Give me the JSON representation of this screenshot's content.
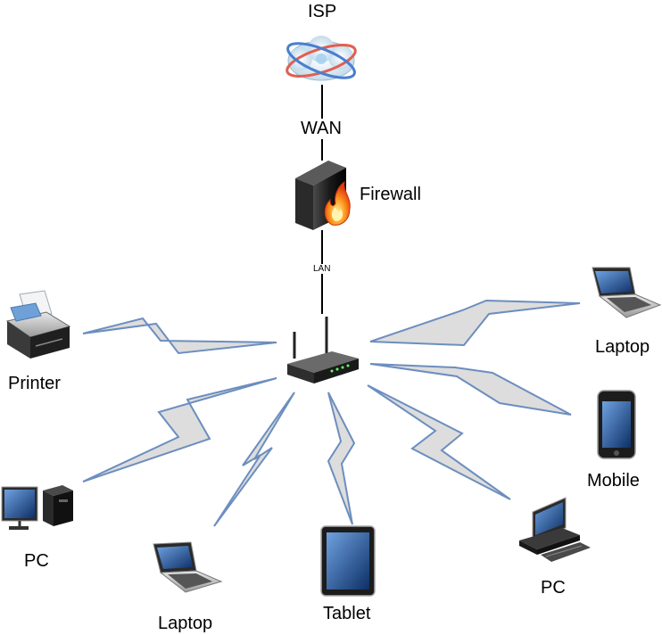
{
  "diagram": {
    "nodes": {
      "isp": {
        "label": "ISP",
        "icon": "cloud-icon"
      },
      "firewall": {
        "label": "Firewall",
        "icon": "firewall-icon"
      },
      "router": {
        "label": "",
        "icon": "wireless-router-icon"
      },
      "printer": {
        "label": "Printer",
        "icon": "printer-icon"
      },
      "laptop_right": {
        "label": "Laptop",
        "icon": "laptop-icon"
      },
      "mobile": {
        "label": "Mobile",
        "icon": "mobile-phone-icon"
      },
      "pc_right": {
        "label": "PC",
        "icon": "desktop-pc-icon"
      },
      "tablet": {
        "label": "Tablet",
        "icon": "tablet-icon"
      },
      "laptop_bottom": {
        "label": "Laptop",
        "icon": "laptop-icon"
      },
      "pc_left": {
        "label": "PC",
        "icon": "desktop-pc-icon"
      }
    },
    "links": {
      "isp_firewall": {
        "label": "WAN"
      },
      "firewall_router": {
        "label": "LAN"
      }
    },
    "colors": {
      "wireless_fill": "#dddddd",
      "wireless_stroke": "#6c8ebf",
      "wire": "#000000"
    }
  }
}
